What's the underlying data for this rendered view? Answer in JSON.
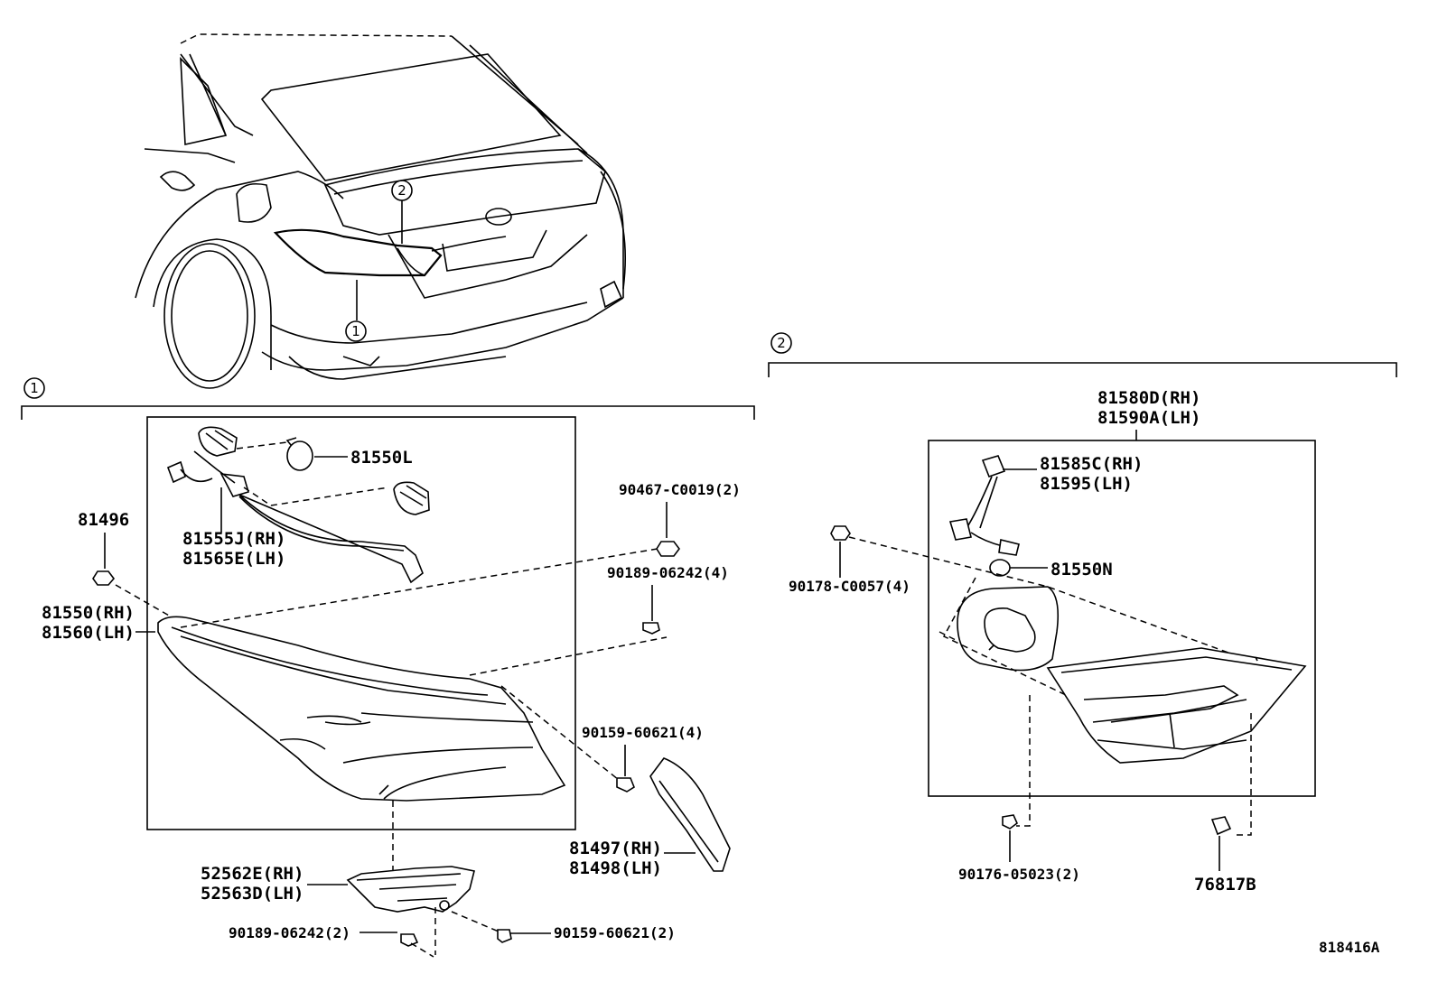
{
  "diagram": {
    "ref_number": "818416A",
    "callouts": {
      "one": "1",
      "two": "2"
    },
    "section1": {
      "labels": {
        "bulb": "81550L",
        "socket_wire_rh": "81555J(RH)",
        "socket_wire_lh": "81565E(LH)",
        "cushion": "81496",
        "lamp_assy_rh": "81550(RH)",
        "lamp_assy_lh": "81560(LH)",
        "nut": "90467-C0019(2)",
        "screw_top": "90189-06242(4)",
        "screw_mid": "90159-60621(4)",
        "cover_rh": "81497(RH)",
        "cover_lh": "81498(LH)",
        "bracket_rh": "52562E(RH)",
        "bracket_lh": "52563D(LH)",
        "screw_bot_left": "90189-06242(2)",
        "screw_bot_right": "90159-60621(2)"
      }
    },
    "section2": {
      "labels": {
        "lamp_assy_rh": "81580D(RH)",
        "lamp_assy_lh": "81590A(LH)",
        "socket_wire_rh": "81585C(RH)",
        "socket_wire_lh": "81595(LH)",
        "bulb": "81550N",
        "nut": "90178-C0057(4)",
        "clip": "90176-05023(2)",
        "cover": "76817B"
      }
    }
  }
}
